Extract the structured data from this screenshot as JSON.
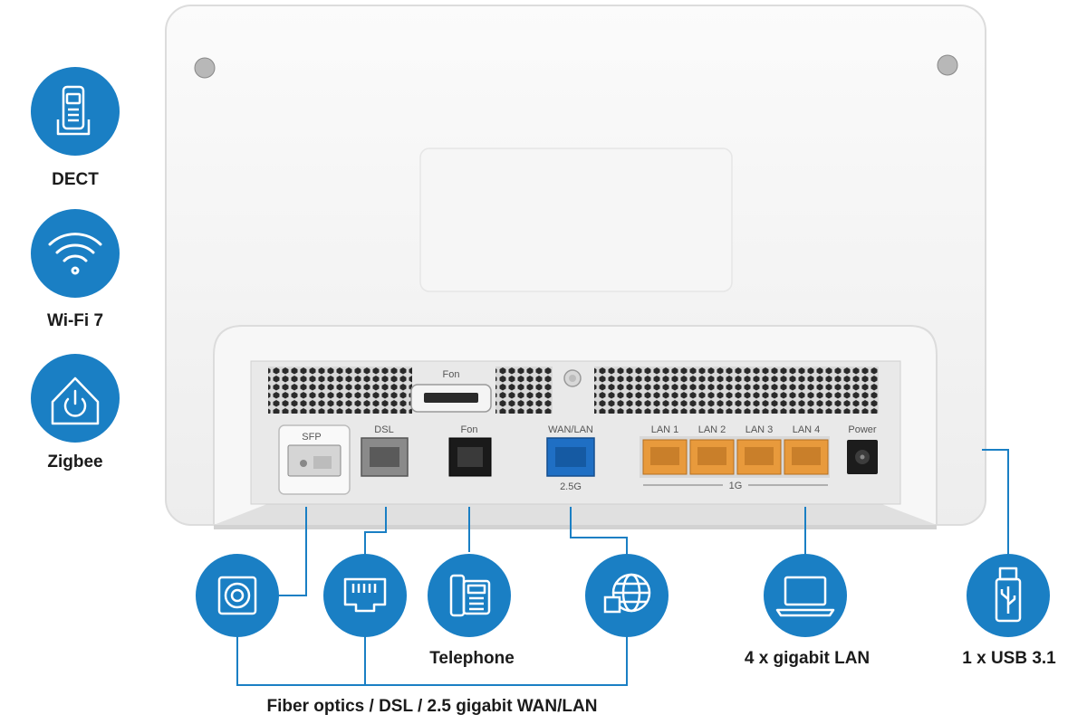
{
  "features": {
    "dect": {
      "label": "DECT",
      "icon": "dect-phone-icon"
    },
    "wifi": {
      "label": "Wi-Fi 7",
      "icon": "wifi-icon"
    },
    "zigbee": {
      "label": "Zigbee",
      "icon": "smart-home-power-icon"
    }
  },
  "panel": {
    "fon_top": "Fon",
    "sfp": "SFP",
    "dsl": "DSL",
    "fon": "Fon",
    "wan": "WAN/LAN",
    "wan_speed": "2.5G",
    "lan1": "LAN 1",
    "lan2": "LAN 2",
    "lan3": "LAN 3",
    "lan4": "LAN 4",
    "lan_speed": "1G",
    "power": "Power"
  },
  "bottom": {
    "telephone": "Telephone",
    "gigabit_lan": "4 x gigabit LAN",
    "usb": "1 x USB 3.1",
    "wan_group": "Fiber optics / DSL / 2.5 gigabit WAN/LAN"
  },
  "colors": {
    "accent": "#1a7fc4",
    "lan_port": "#e89a3c",
    "wan_port": "#1f6fc4",
    "dsl_port": "#8a8a8a",
    "fon_port": "#1a1a1a"
  }
}
